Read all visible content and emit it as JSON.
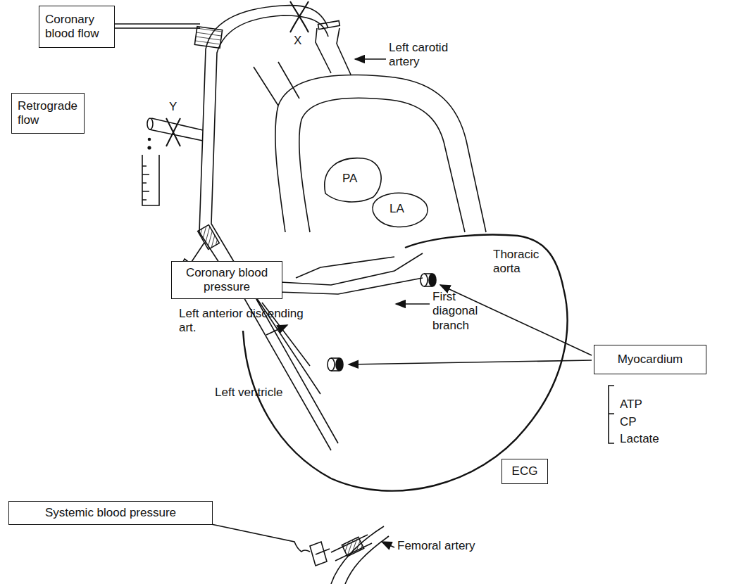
{
  "diagram": {
    "nodes": [
      {
        "text": [
          "Coronary blood flow"
        ]
      },
      {
        "text": [
          "Retrograde flow"
        ]
      },
      {
        "text": [
          "Coronary blood pressure"
        ]
      },
      {
        "text": [
          "Myocardium"
        ]
      },
      {
        "text": [
          "ECG"
        ]
      },
      {
        "text": [
          "Systemic blood pressure"
        ]
      }
    ],
    "labels": [
      "X",
      "Left carotid artery",
      "Y",
      "PA",
      "LA",
      "Thoracic aorta",
      "First diagonal branch",
      "Left anterior discending art.",
      "ATP",
      "CP",
      "Lactate",
      "Left ventricle",
      "Femoral artery"
    ]
  }
}
